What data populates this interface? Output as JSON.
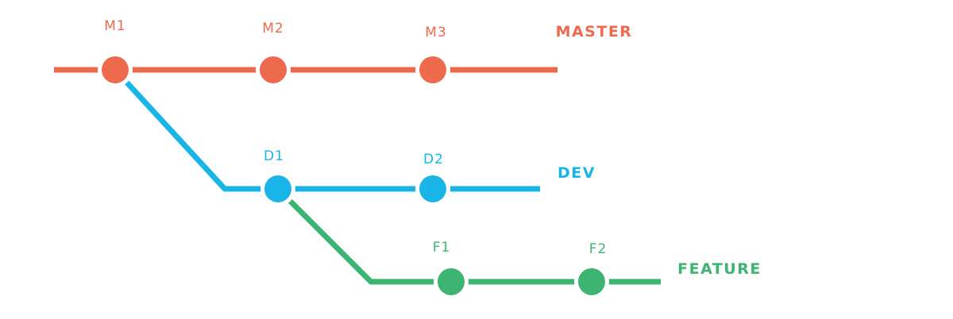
{
  "diagram": {
    "type": "git-branch-diagram",
    "background": "#ffffff",
    "node_gap_color": "#ffffff",
    "branches": [
      {
        "name": "MASTER",
        "color": "#ee6a4d",
        "commits": [
          {
            "label": "M1"
          },
          {
            "label": "M2"
          },
          {
            "label": "M3"
          }
        ]
      },
      {
        "name": "DEV",
        "color": "#19b5e8",
        "forks_from": {
          "branch": "MASTER",
          "commit": "M1"
        },
        "commits": [
          {
            "label": "D1"
          },
          {
            "label": "D2"
          }
        ]
      },
      {
        "name": "FEATURE",
        "color": "#3db471",
        "forks_from": {
          "branch": "DEV",
          "commit": "D1"
        },
        "commits": [
          {
            "label": "F1"
          },
          {
            "label": "F2"
          }
        ]
      }
    ]
  }
}
